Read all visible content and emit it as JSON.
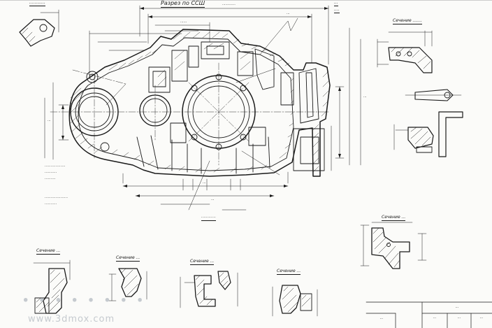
{
  "main_section_title": "Разрез по ССШ",
  "notes": {
    "top_right": "...",
    "top_right_2": "....",
    "left_1": ".................",
    "left_2": "..........",
    "left_3": ".........",
    "left_4": "...................",
    "left_5": "..........",
    "bottom_callout": "............"
  },
  "sections": {
    "top_left": "............",
    "right_top": "Сечение .......",
    "right_mid": "Сечение ...",
    "bottom_1": "Сечение ...",
    "bottom_2": "Сечение ...",
    "bottom_3": "Сечение ...",
    "bottom_4": "Сечение ..."
  },
  "dimensions": [
    "............",
    "...",
    "......",
    "...",
    "...",
    "...",
    "..."
  ],
  "title_block": {
    "cell_1": "...",
    "cell_2": "...",
    "cell_3": "...",
    "cell_4": "...",
    "sheet": "..."
  },
  "watermark": {
    "characters": "........",
    "url": "www.3dmox.com"
  },
  "colors": {
    "ink": "#1a1a1a",
    "paper": "#fbfbf9",
    "watermark": "#9aa3ad"
  }
}
